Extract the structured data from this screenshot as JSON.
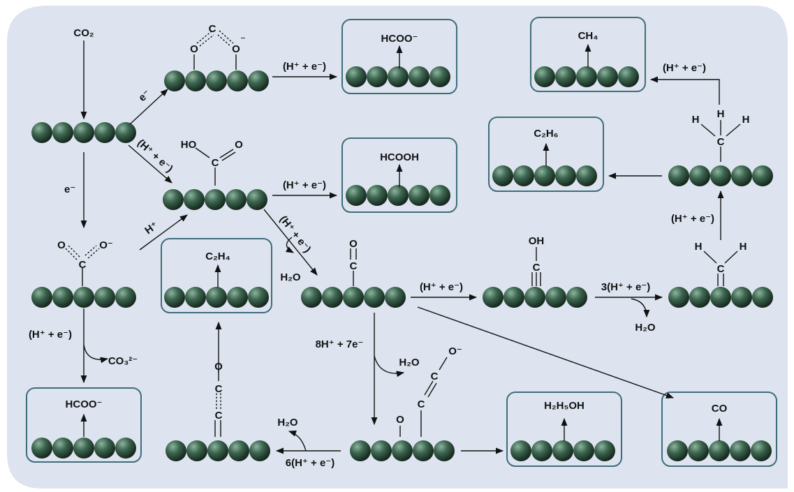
{
  "colors": {
    "background": "#dde4ef",
    "sphere": "#3d6650",
    "box_border": "#3e6d7a",
    "text": "#111111"
  },
  "start": {
    "reactant": "CO₂",
    "e_minus": "e⁻",
    "e_minus_2": "e⁻",
    "h_plus_e": "(H⁺ + e⁻)"
  },
  "path_top": {
    "atom_c": "C",
    "atom_o1": "O",
    "atom_o2": "O",
    "charge": "⁻",
    "step": "(H⁺ + e⁻)",
    "product": "HCOO⁻"
  },
  "path_cooh": {
    "atom_ho": "HO",
    "atom_c": "C",
    "atom_o": "O",
    "step": "(H⁺ + e⁻)",
    "product": "HCOOH",
    "step_to_co": "(H⁺ + e⁻)",
    "water": "H₂O"
  },
  "path_left": {
    "atom_o1": "O",
    "atom_o2": "O⁻",
    "atom_c": "C",
    "h_plus": "H⁺",
    "step": "(H⁺ + e⁻)",
    "byproduct": "CO₃²⁻",
    "product": "HCOO⁻"
  },
  "c2h4_box": {
    "product": "C₂H₄"
  },
  "co_node": {
    "atom_o": "O",
    "atom_c": "C",
    "step_right": "(H⁺ + e⁻)",
    "step_down": "8H⁺ + 7e⁻",
    "water_down": "H₂O",
    "co_product": "CO"
  },
  "coh_node": {
    "atom_oh": "OH",
    "atom_c": "C",
    "step": "3(H⁺ + e⁻)",
    "water": "H₂O"
  },
  "ch2_node": {
    "atom_h1": "H",
    "atom_h2": "H",
    "atom_c": "C",
    "step_up": "(H⁺ + e⁻)"
  },
  "ch3_node": {
    "atom_h1": "H",
    "atom_h2": "H",
    "atom_h3": "H",
    "atom_c": "C",
    "step_up": "(H⁺ + e⁻)",
    "product_ch4": "CH₄",
    "product_c2h6": "C₂H₆"
  },
  "bottom_mid": {
    "atom_o1": "O",
    "atom_c1": "C",
    "atom_c2": "C",
    "atom_o2": "O⁻",
    "product": "H₂H₅OH"
  },
  "bottom_left": {
    "atom_o": "O",
    "atom_c1": "C",
    "atom_c2": "C",
    "step": "6(H⁺ + e⁻)",
    "water": "H₂O"
  }
}
